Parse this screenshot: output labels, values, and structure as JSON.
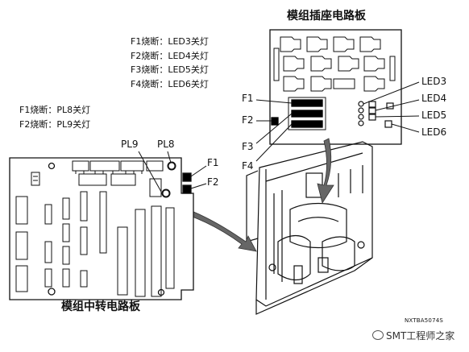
{
  "titles": {
    "top_board": "模组插座电路板",
    "bottom_board": "模组中转电路板"
  },
  "legend_top": [
    "F1烧断：LED3关灯",
    "F2烧断：LED4关灯",
    "F3烧断：LED5关灯",
    "F4烧断：LED6关灯"
  ],
  "legend_left": [
    "F1烧断：PL8关灯",
    "F2烧断：PL9关灯"
  ],
  "callouts_top": {
    "f1": "F1",
    "f2": "F2",
    "f3": "F3",
    "f4": "F4",
    "led3": "LED3",
    "led4": "LED4",
    "led5": "LED5",
    "led6": "LED6"
  },
  "callouts_bottom": {
    "pl9": "PL9",
    "pl8": "PL8",
    "f1": "F1",
    "f2": "F2"
  },
  "figure_ref": "NXTBA5074S",
  "watermark": "SMT工程师之家"
}
